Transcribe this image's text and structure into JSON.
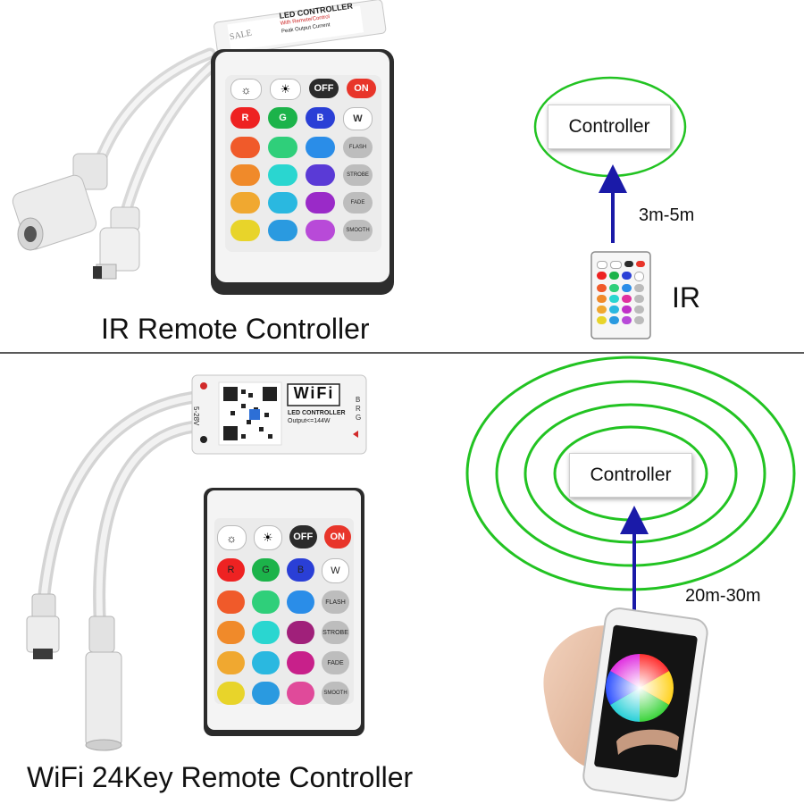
{
  "top": {
    "caption": "IR Remote Controller",
    "controller_label": "Controller",
    "distance": "3m-5m",
    "mode_label": "IR",
    "module_text": [
      "LED CONTROLLER",
      "With Remote/Control",
      "Peak Output Current"
    ],
    "module_side": "SALE"
  },
  "bottom": {
    "caption": "WiFi 24Key Remote Controller",
    "controller_label": "Controller",
    "distance": "20m-30m",
    "module_brand": "WiFi",
    "module_text": [
      "LED CONTROLLER",
      "Output<=144W",
      "5-28V"
    ],
    "module_side": "BRG"
  },
  "remote_keys": {
    "top_row": [
      "OFF",
      "ON"
    ],
    "rgbw": [
      "R",
      "G",
      "B",
      "W"
    ],
    "modes": [
      "FLASH",
      "STROBE",
      "FADE",
      "SMOOTH"
    ]
  },
  "colors": {
    "signal_green": "#22c322",
    "arrow_blue": "#1a1aa8",
    "off_key": "#2b2b2b",
    "on_key": "#e8352a"
  }
}
